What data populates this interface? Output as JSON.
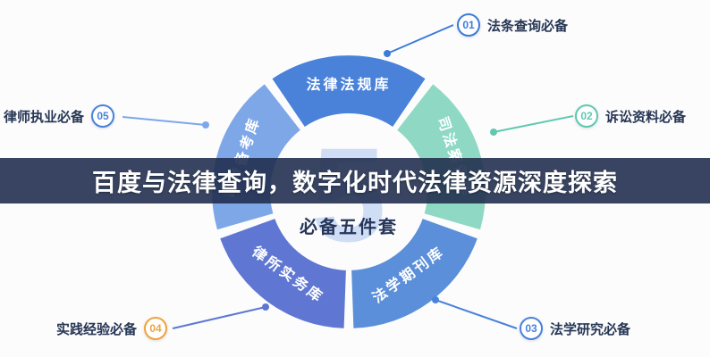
{
  "banner": {
    "title": "百度与法律查询，数字化时代法律资源深度探索",
    "bg": "#223050"
  },
  "center": {
    "number": "5",
    "label": "必备五件套"
  },
  "wheel": {
    "segments": [
      {
        "id": "laws",
        "label": "法律法规库",
        "color": "#4a82da"
      },
      {
        "id": "cases",
        "label": "司法案例库",
        "color": "#8fd9c4"
      },
      {
        "id": "journals",
        "label": "法学期刊库",
        "color": "#5b8fd9"
      },
      {
        "id": "practice",
        "label": "律所实务库",
        "color": "#5f77d2"
      },
      {
        "id": "exam",
        "label": "司考备考库",
        "color": "#7ea7e8"
      }
    ]
  },
  "callouts": [
    {
      "number": "01",
      "label": "法条查询必备",
      "color": "#3d7bd9"
    },
    {
      "number": "02",
      "label": "诉讼资料必备",
      "color": "#5ec9ae"
    },
    {
      "number": "03",
      "label": "法学研究必备",
      "color": "#4a82da"
    },
    {
      "number": "04",
      "label": "实践经验必备",
      "color": "#f0a43c"
    },
    {
      "number": "05",
      "label": "律师执业必备",
      "color": "#4a82da"
    }
  ]
}
